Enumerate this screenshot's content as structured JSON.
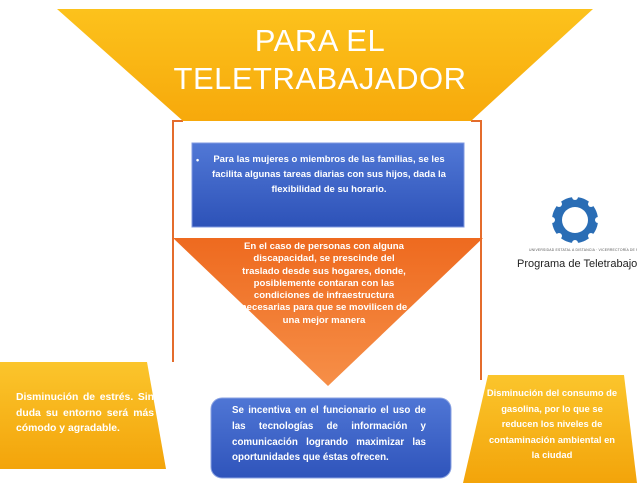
{
  "title": {
    "line1": "PARA EL",
    "line2": "TELETRABAJADOR"
  },
  "boxes": {
    "family_note": "Para las mujeres o miembros de las familias, se les facilita algunas tareas diarias con sus hijos, dada la flexibilidad de su horario.",
    "disability_note": "En el caso de personas con alguna discapacidad, se prescinde del traslado desde sus hogares, donde, posiblemente contaran con las condiciones de infraestructura necesarias para que se movilicen de una mejor manera",
    "stress_note": "Disminución de estrés. Sin duda su entorno será más cómodo y agradable.",
    "technology_note": "Se incentiva en el funcionario el uso de las tecnologías de información y comunicación logrando maximizar las oportunidades que éstas ofrecen.",
    "fuel_note": "Disminución del consumo de gasolina, por lo que se reducen los niveles de contaminación ambiental en la ciudad"
  },
  "logo": {
    "institution_line": "UNIVERSIDAD ESTATAL A DISTANCIA · VICERRECTORÍA DE PLANIFICACIÓN",
    "caption": "Programa de Teletrabajo"
  },
  "colors": {
    "yellow": "#fbbd15",
    "blue": "#3d62c9",
    "orange": "#ef7326",
    "connector": "#e46c2c",
    "logo_blue": "#2a6db5"
  }
}
